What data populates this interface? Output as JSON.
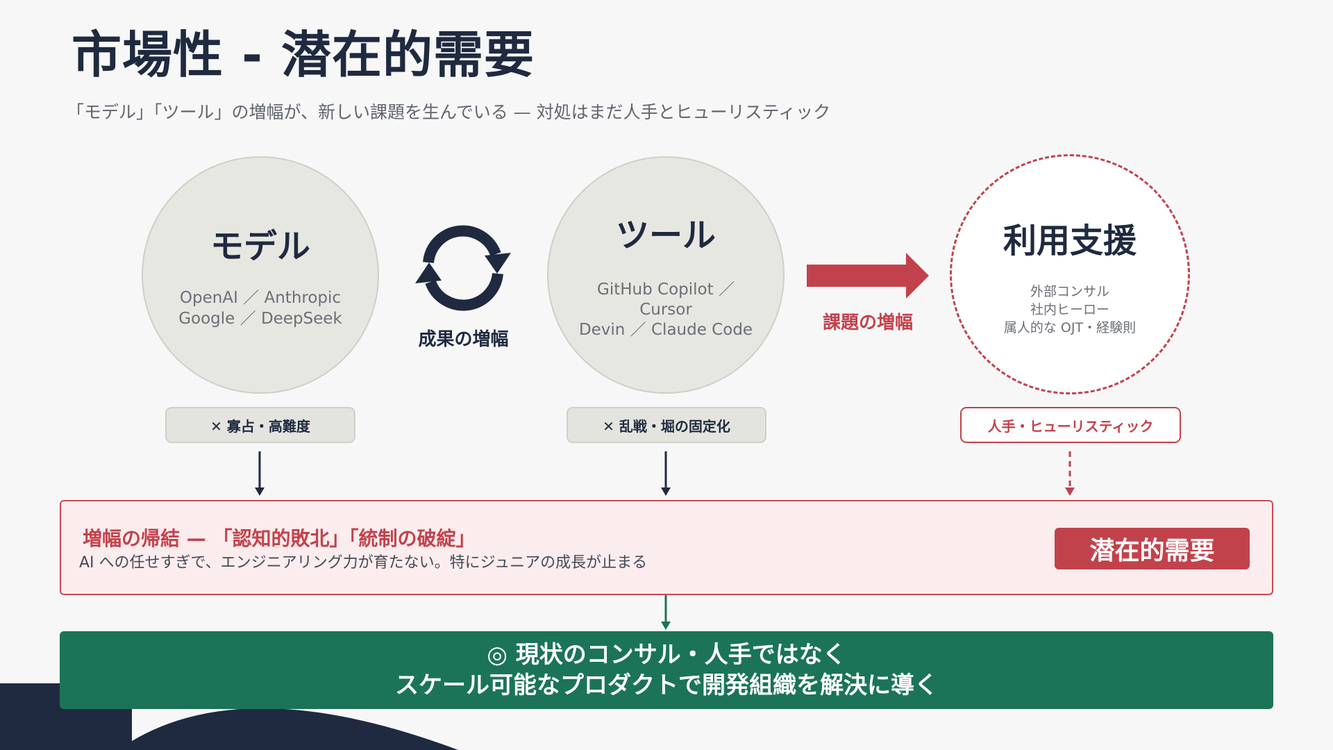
{
  "title": "市場性 - 潜在的需要",
  "subtitle": "「モデル」「ツール」の増幅が、新しい課題を生んでいる — 対処はまだ人手とヒューリスティック",
  "model": {
    "title": "モデル",
    "line1": "OpenAI ／ Anthropic",
    "line2": "Google ／ DeepSeek",
    "tag": "✕ 寡占・高難度"
  },
  "cycle": {
    "label": "成果の増幅"
  },
  "tool": {
    "title": "ツール",
    "line1": "GitHub Copilot ／",
    "line2": "Cursor",
    "line3": "Devin ／ Claude Code",
    "tag": "✕ 乱戦・堀の固定化"
  },
  "arrow": {
    "label": "課題の増幅"
  },
  "support": {
    "title": "利用支援",
    "line1": "外部コンサル",
    "line2": "社内ヒーロー",
    "line3": "属人的な OJT・経験則",
    "tag": "人手・ヒューリスティック"
  },
  "result": {
    "heading": "増幅の帰結 — 「認知的敗北」「統制の破綻」",
    "body": "AI への任せすぎで、エンジニアリング力が育たない。特にジュニアの成長が止まる",
    "badge": "潜在的需要"
  },
  "conclusion": {
    "line1": "◎ 現状のコンサル・人手ではなく",
    "line2": "スケール可能なプロダクトで開発組織を解決に導く"
  },
  "colors": {
    "navy": "#1f2a40",
    "red": "#c2424c",
    "green": "#1b7458",
    "gray_circle": "#e7e7e2"
  }
}
